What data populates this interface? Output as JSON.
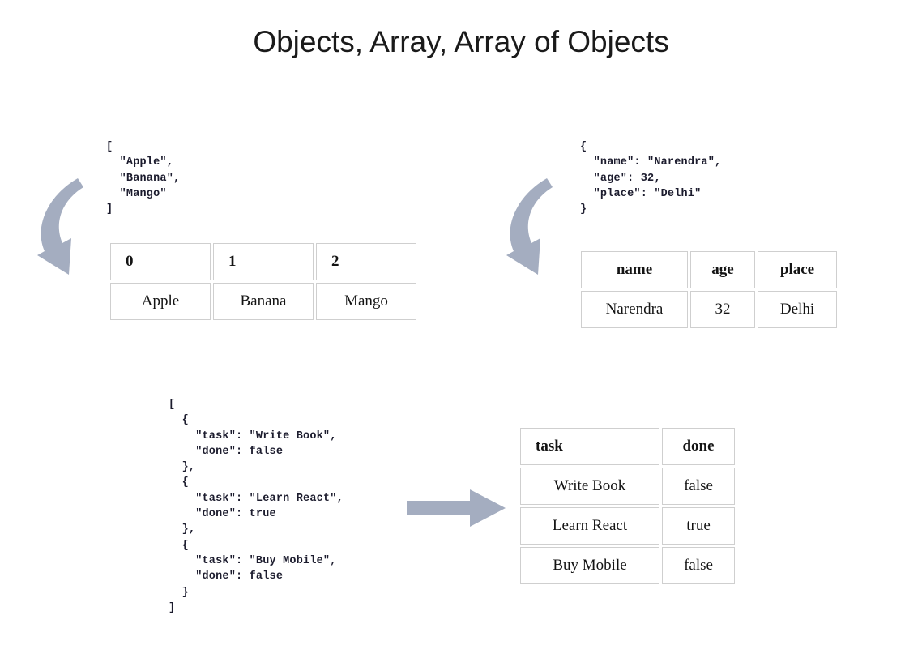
{
  "title": "Objects, Array, Array of Objects",
  "colors": {
    "arrow": "#a4adc0",
    "border": "#cfcfcf",
    "text": "#141414",
    "code": "#1c1c2e"
  },
  "sections": {
    "array": {
      "code": "[\n  \"Apple\",\n  \"Banana\",\n  \"Mango\"\n]",
      "table": {
        "headers": [
          "0",
          "1",
          "2"
        ],
        "rows": [
          [
            "Apple",
            "Banana",
            "Mango"
          ]
        ]
      }
    },
    "object": {
      "code": "{\n  \"name\": \"Narendra\",\n  \"age\": 32,\n  \"place\": \"Delhi\"\n}",
      "table": {
        "headers": [
          "name",
          "age",
          "place"
        ],
        "rows": [
          [
            "Narendra",
            "32",
            "Delhi"
          ]
        ]
      }
    },
    "array_of_objects": {
      "code": "[\n  {\n    \"task\": \"Write Book\",\n    \"done\": false\n  },\n  {\n    \"task\": \"Learn React\",\n    \"done\": true\n  },\n  {\n    \"task\": \"Buy Mobile\",\n    \"done\": false\n  }\n]",
      "table": {
        "headers": [
          "task",
          "done"
        ],
        "rows": [
          [
            "Write Book",
            "false"
          ],
          [
            "Learn React",
            "true"
          ],
          [
            "Buy Mobile",
            "false"
          ]
        ]
      }
    }
  },
  "arrows": [
    {
      "name": "curved-arrow-array",
      "style": "curved-down"
    },
    {
      "name": "curved-arrow-object",
      "style": "curved-down"
    },
    {
      "name": "straight-arrow-array-of-objects",
      "style": "straight-right"
    }
  ]
}
